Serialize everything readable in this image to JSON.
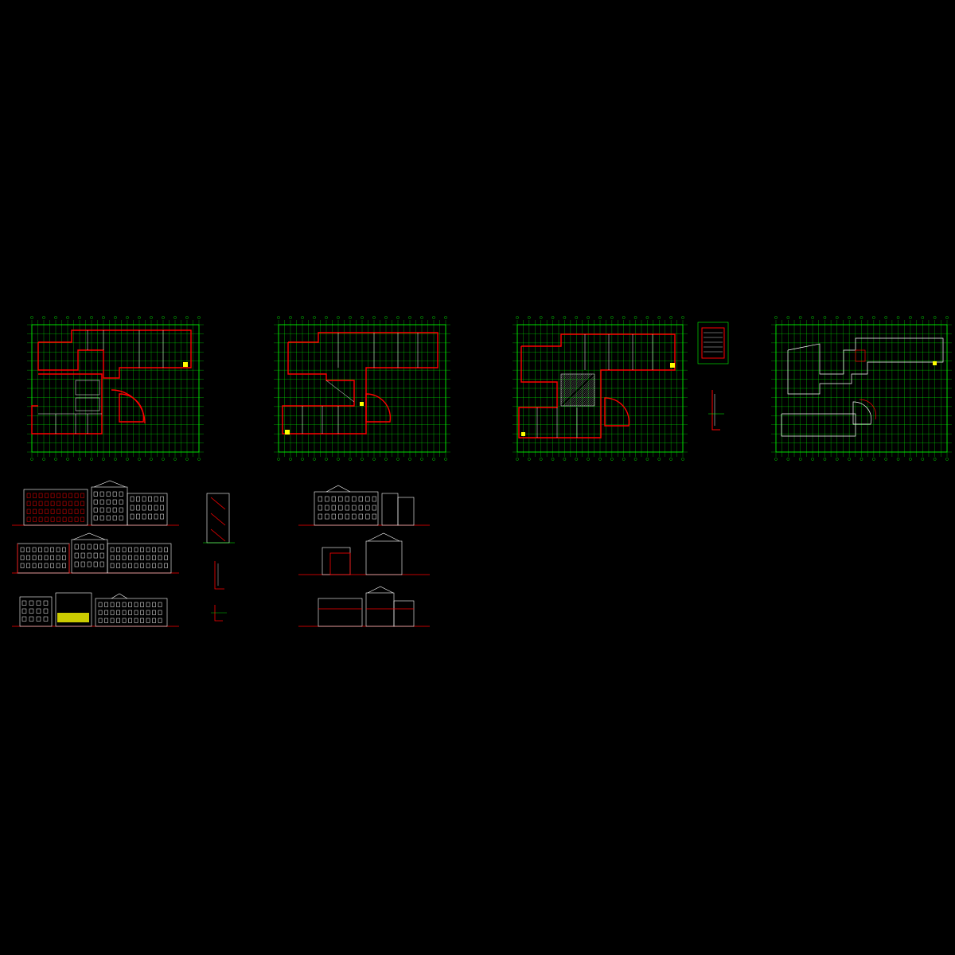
{
  "drawing": {
    "background": "#000000",
    "colors": {
      "grid": "#00ff00",
      "wall": "#ff0000",
      "detail": "#ffffff",
      "accent": "#ffff00",
      "hatch": "#ffffff"
    },
    "plans": [
      {
        "id": "plan-1",
        "caption": ""
      },
      {
        "id": "plan-2",
        "caption": ""
      },
      {
        "id": "plan-3",
        "caption": ""
      },
      {
        "id": "plan-roof",
        "caption": ""
      }
    ],
    "details": [
      {
        "id": "detail-stair-plan",
        "caption": ""
      },
      {
        "id": "detail-section-small",
        "caption": ""
      }
    ],
    "elevations": [
      {
        "id": "elev-south",
        "caption": ""
      },
      {
        "id": "elev-north",
        "caption": ""
      },
      {
        "id": "elev-long-3",
        "caption": ""
      },
      {
        "id": "elev-east",
        "caption": ""
      },
      {
        "id": "elev-west",
        "caption": ""
      },
      {
        "id": "section-1-1",
        "caption": ""
      }
    ]
  }
}
